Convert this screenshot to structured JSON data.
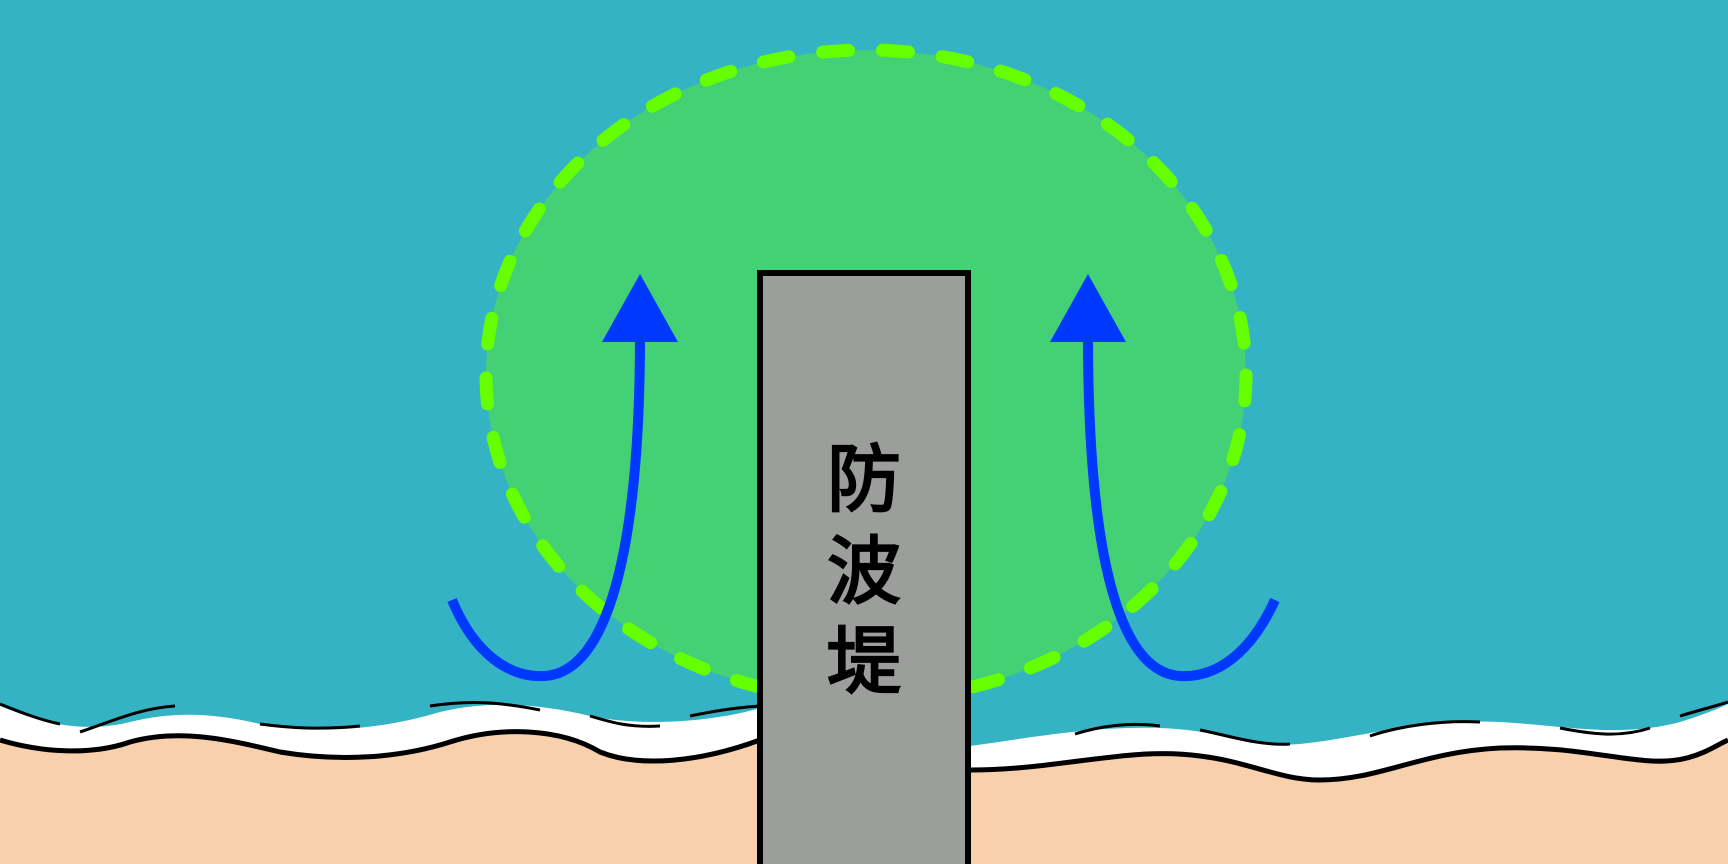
{
  "breakwater": {
    "label_chars": [
      "防",
      "波",
      "堤"
    ]
  },
  "colors": {
    "sea": "#34b3c4",
    "sand": "#f8d0ac",
    "surf": "#ffffff",
    "outline": "#000000",
    "zone_fill": "#44d074",
    "zone_dash": "#66ff00",
    "breakwater": "#9c9e9c",
    "current_arrow": "#0038ff"
  },
  "icons": {
    "current_arrow_left": "arrow-up-curved",
    "current_arrow_right": "arrow-up-curved"
  }
}
